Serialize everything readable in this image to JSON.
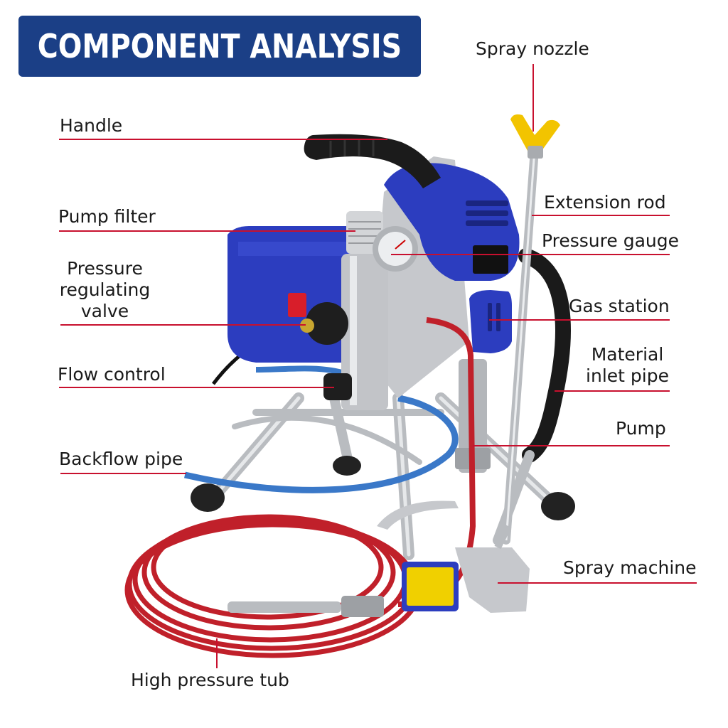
{
  "title": "COMPONENT ANALYSIS",
  "colors": {
    "banner": "#1b3f86",
    "leader": "#c8102e",
    "machine_blue": "#2c3dbf",
    "hose_red": "#c0202a",
    "frame_silver": "#b9bcc0"
  },
  "labels": {
    "spray_nozzle": "Spray nozzle",
    "handle": "Handle",
    "extension_rod": "Extension rod",
    "pump_filter": "Pump filter",
    "pressure_gauge": "Pressure gauge",
    "pressure_regulating_valve": "Pressure\nregulating\nvalve",
    "gas_station": "Gas station",
    "material_inlet_pipe": "Material\ninlet pipe",
    "flow_control": "Flow control",
    "pump": "Pump",
    "backflow_pipe": "Backflow pipe",
    "spray_machine": "Spray machine",
    "high_pressure_tub": "High pressure tub"
  }
}
